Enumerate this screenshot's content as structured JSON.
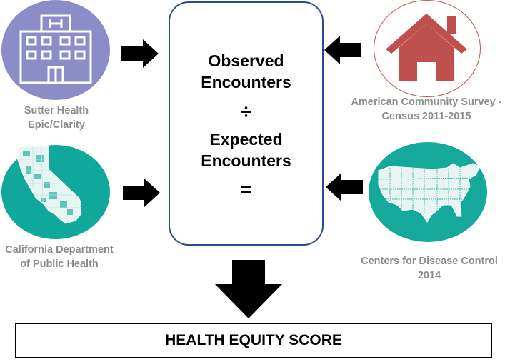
{
  "sources": {
    "sutter": {
      "line1": "Sutter Health",
      "line2": "Epic/Clarity",
      "icon": "hospital-building-icon",
      "color": "#8b8dc9"
    },
    "cdph": {
      "line1": "California Department",
      "line2": "of Public Health",
      "icon": "california-map-icon",
      "color": "#0fa89a"
    },
    "acs": {
      "line1": "American Community Survey -",
      "line2": "Census 2011-2015",
      "icon": "house-icon",
      "color": "#c0504d"
    },
    "cdc": {
      "line1": "Centers for Disease Control",
      "line2": "2014",
      "icon": "usa-map-icon",
      "color": "#14a99b"
    }
  },
  "formula": {
    "numerator_line1": "Observed",
    "numerator_line2": "Encounters",
    "divide_symbol": "÷",
    "denominator_line1": "Expected",
    "denominator_line2": "Encounters",
    "equals_symbol": "="
  },
  "result": {
    "label": "HEALTH EQUITY SCORE"
  },
  "colors": {
    "box_border": "#2e4a8f",
    "label_gray": "#8c8c8c",
    "arrow": "#000000"
  }
}
